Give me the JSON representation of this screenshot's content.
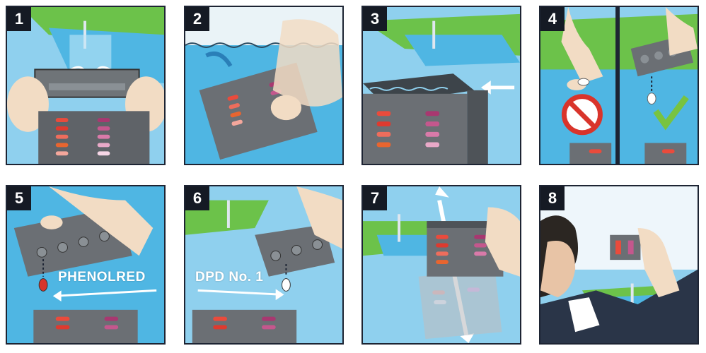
{
  "steps": [
    {
      "number": "1"
    },
    {
      "number": "2"
    },
    {
      "number": "3"
    },
    {
      "number": "4"
    },
    {
      "number": "5",
      "label": "PHENOLRED"
    },
    {
      "number": "6",
      "label": "DPD No. 1"
    },
    {
      "number": "7"
    },
    {
      "number": "8"
    }
  ],
  "colors": {
    "pool_water": "#8fd0ee",
    "deep_water": "#4fb6e3",
    "grass": "#6cc24a",
    "tester_body": "#5f6368",
    "skin": "#f2dcc4",
    "phenol_red_scale": [
      "#f7d6d2",
      "#f4a79c",
      "#ee6d5c",
      "#e94b3c",
      "#de3a2f",
      "#e8652f"
    ],
    "chlorine_scale": [
      "#f6d6e6",
      "#e9a9c8",
      "#d97aa9",
      "#c4578d",
      "#a83870"
    ],
    "prohibited": "#d9342b",
    "check": "#78c341",
    "tablet_red": "#d8352b",
    "tablet_white": "#ffffff",
    "arrow": "#ffffff"
  },
  "icons": [
    "prohibited-icon",
    "checkmark-icon",
    "arrow-icon",
    "double-arrow-icon"
  ]
}
